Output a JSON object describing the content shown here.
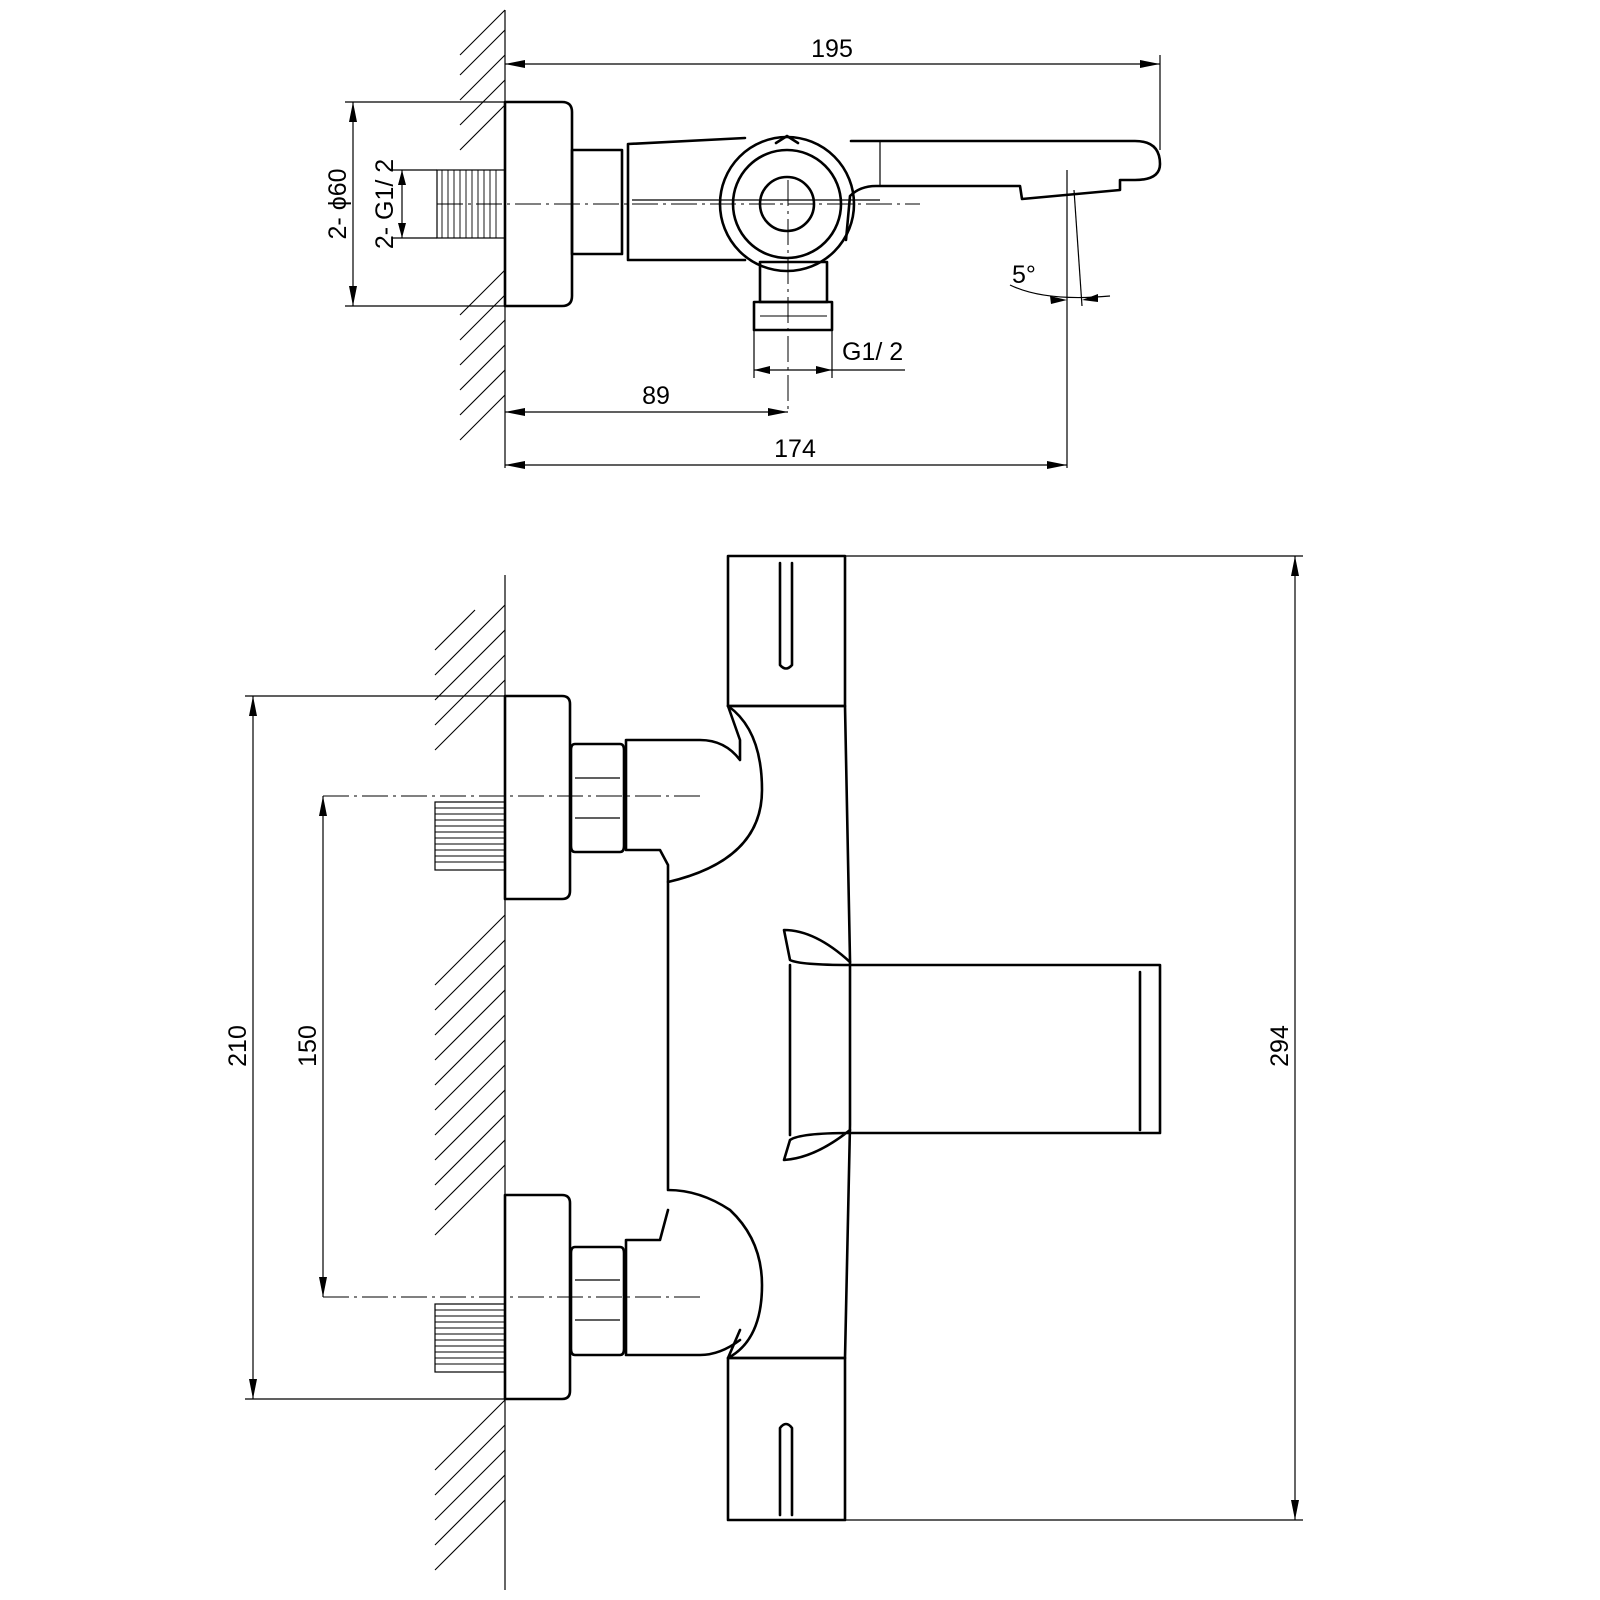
{
  "top_view": {
    "dim_overall_length": "195",
    "dim_inlet_diameter": "2- ϕ60",
    "dim_inlet_thread": "2- G1/ 2",
    "dim_outlet_thread": "G1/ 2",
    "dim_angle": "5°",
    "dim_outlet_offset": "89",
    "dim_spout_reach": "174"
  },
  "front_view": {
    "dim_inlet_span": "210",
    "dim_centre_distance": "150",
    "dim_overall_height": "294"
  }
}
